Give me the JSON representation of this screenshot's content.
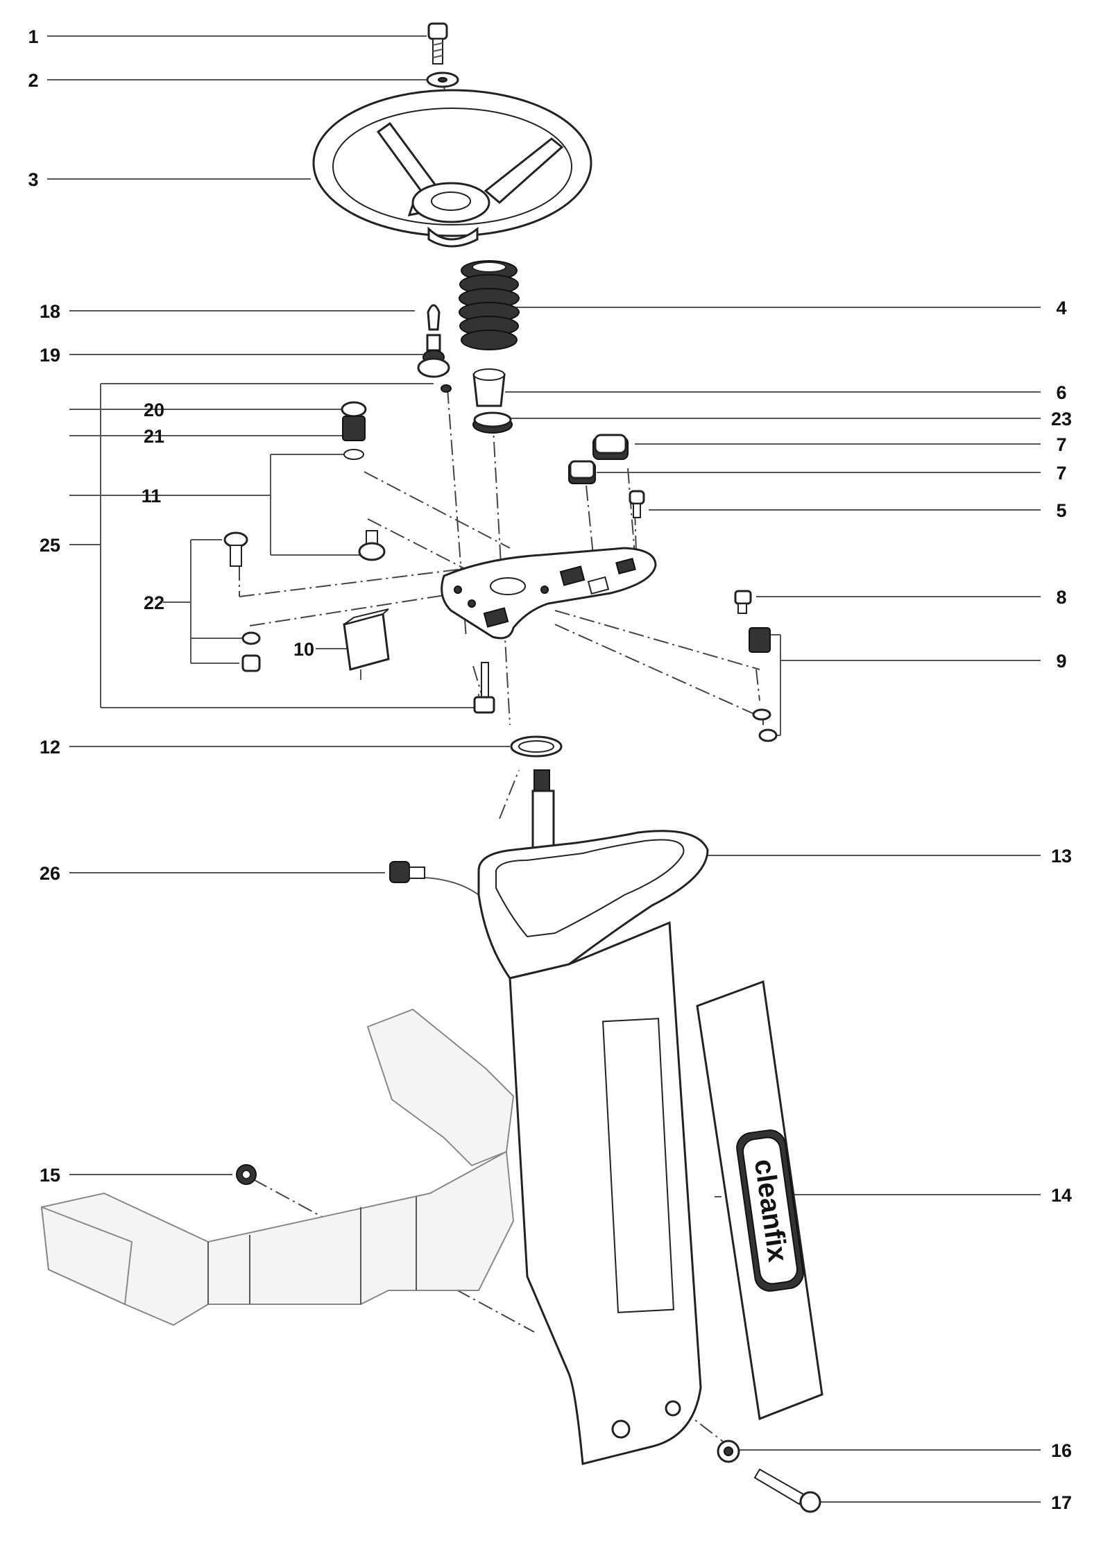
{
  "diagram": {
    "callouts": {
      "c1": "1",
      "c2": "2",
      "c3": "3",
      "c4": "4",
      "c5": "5",
      "c6": "6",
      "c7a": "7",
      "c7b": "7",
      "c8": "8",
      "c9": "9",
      "c10": "10",
      "c11": "11",
      "c12": "12",
      "c13": "13",
      "c14": "14",
      "c15": "15",
      "c16": "16",
      "c17": "17",
      "c18": "18",
      "c19": "19",
      "c20": "20",
      "c21": "21",
      "c22": "22",
      "c23": "23",
      "c25": "25",
      "c26": "26"
    },
    "decal_brand": "cleanfix"
  }
}
